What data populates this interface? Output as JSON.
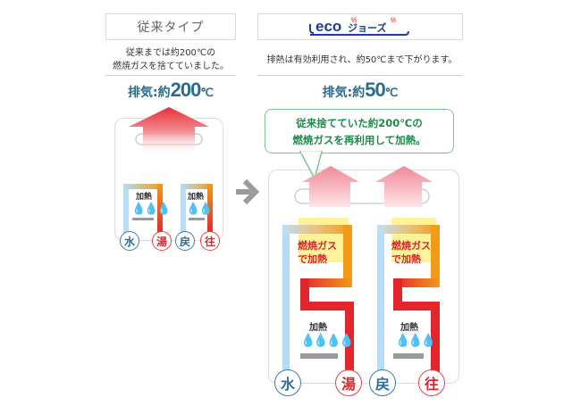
{
  "left_panel": {
    "title": "従来タイプ",
    "description_line1": "従来までは約200℃の",
    "description_line2": "燃焼ガスを捨てていました。",
    "exhaust_label": "排気:約",
    "exhaust_value": "200",
    "exhaust_unit": "℃",
    "units": [
      {
        "heat_label": "加熱",
        "flames": 3,
        "left_port": "水",
        "right_port": "湯"
      },
      {
        "heat_label": "加熱",
        "flames": 2,
        "left_port": "戻",
        "right_port": "往"
      }
    ]
  },
  "arrow_icon": "right-arrow",
  "right_panel": {
    "logo_text": "ecoジョーズ",
    "description": "排熱は有効利用され、約50℃まで下がります。",
    "exhaust_label": "排気:約",
    "exhaust_value": "50",
    "exhaust_unit": "℃",
    "callout_line1": "従来捨てていた約200℃の",
    "callout_line2": "燃焼ガスを再利用して加熱。",
    "units": [
      {
        "gas_label_line1": "燃焼ガス",
        "gas_label_line2": "で加熱",
        "heat_label": "加熱",
        "flames": 4,
        "left_port": "水",
        "right_port": "湯"
      },
      {
        "gas_label_line1": "燃焼ガス",
        "gas_label_line2": "で加熱",
        "heat_label": "加熱",
        "flames": 3,
        "left_port": "戻",
        "right_port": "往"
      }
    ]
  },
  "colors": {
    "exhaust_text": "#2b6c8e",
    "callout_green": "#1d8a4a",
    "hot_red": "#e2262c",
    "warm_orange": "#f29a1a",
    "cold_blue": "#a9d3f0",
    "flame_blue": "#2b8fe0",
    "preheat_yellow": "#fff39a",
    "logo_blue": "#1b3f9a"
  }
}
